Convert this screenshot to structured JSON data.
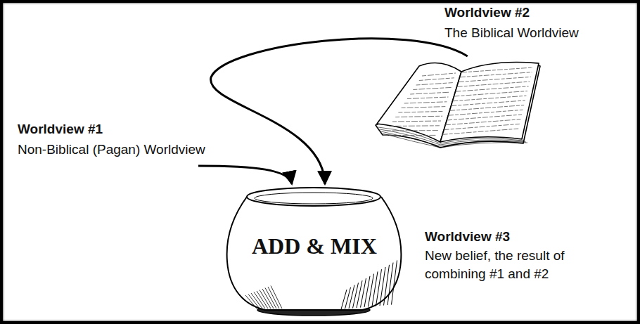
{
  "diagram": {
    "nodes": [
      {
        "text": [
          "Worldview #2",
          "The Biblical Worldview"
        ]
      },
      {
        "text": [
          "Worldview #1",
          "Non-Biblical (Pagan) Worldview"
        ]
      },
      {
        "text": [
          "ADD & MIX",
          "Worldview #3",
          "New belief, the result of combining #1 and #2"
        ]
      }
    ],
    "edges": [
      {
        "from": 0,
        "to": 2,
        "arrow": "to"
      },
      {
        "from": 1,
        "to": 2,
        "arrow": "to"
      }
    ]
  }
}
